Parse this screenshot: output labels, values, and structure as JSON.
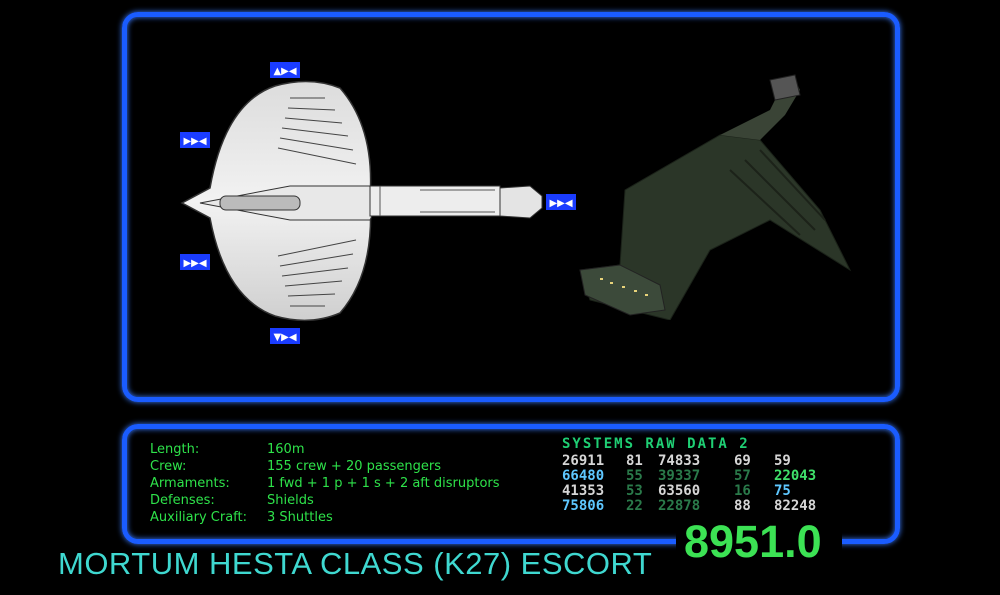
{
  "specs": [
    {
      "label": "Length:",
      "value": "160m"
    },
    {
      "label": "Crew:",
      "value": "155 crew + 20 passengers"
    },
    {
      "label": "Armaments:",
      "value": "1 fwd + 1 p + 1 s + 2 aft disruptors"
    },
    {
      "label": "Defenses:",
      "value": "Shields"
    },
    {
      "label": "Auxiliary Craft:",
      "value": "3 Shuttles"
    }
  ],
  "raw_data": {
    "title": "SYSTEMS RAW DATA 2",
    "rows": [
      [
        "26911",
        "81",
        "74833",
        "69",
        "59"
      ],
      [
        "66480",
        "55",
        "39337",
        "57",
        "22043"
      ],
      [
        "41353",
        "53",
        "63560",
        "16",
        "75"
      ],
      [
        "75806",
        "22",
        "22878",
        "88",
        "82248"
      ]
    ],
    "colors": [
      [
        "#d6d6d6",
        "#d6d6d6",
        "#d6d6d6",
        "#d6d6d6",
        "#d6d6d6"
      ],
      [
        "#5ec7ff",
        "#2a7a4a",
        "#2a7a4a",
        "#2a7a4a",
        "#3fe06a"
      ],
      [
        "#d6d6d6",
        "#2a7a4a",
        "#d6d6d6",
        "#2a7a4a",
        "#5ec7ff"
      ],
      [
        "#5ec7ff",
        "#2a7a4a",
        "#2a7a4a",
        "#d6d6d6",
        "#d6d6d6"
      ]
    ]
  },
  "ship_class_title": "MORTUM HESTA CLASS (K27) ESCORT",
  "value": "8951.0",
  "icons": [
    "hardpoint-icon",
    "hardpoint-icon",
    "hardpoint-icon",
    "hardpoint-icon",
    "hardpoint-icon",
    "hardpoint-icon"
  ]
}
